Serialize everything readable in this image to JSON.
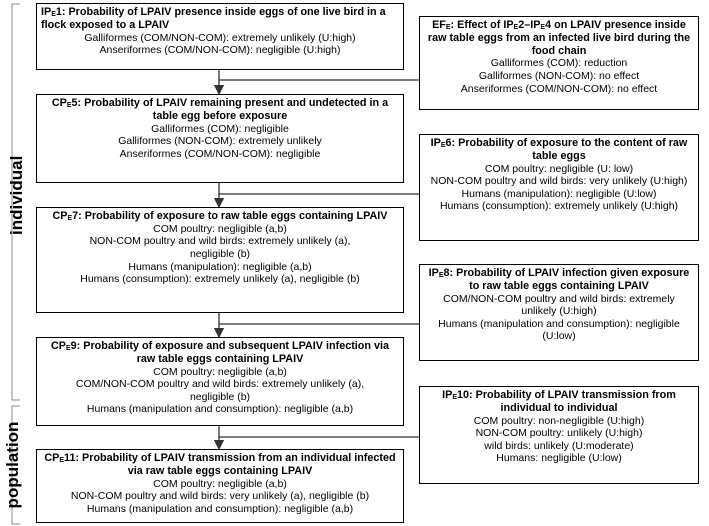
{
  "sidebar": {
    "individual": "individual",
    "population": "population"
  },
  "boxes": [
    {
      "id": "ip1",
      "title_pre": "IP",
      "title_sub": "E",
      "title_post": "1: Probability of LPAIV presence inside eggs of one live bird in a flock exposed to a LPAIV",
      "rows": [
        "Galliformes (COM/NON-COM): extremely unlikely (U:high)",
        "Anseriformes (COM/NON-COM): negligible (U:high)"
      ]
    },
    {
      "id": "ef",
      "title_pre": "EF",
      "title_sub": "E",
      "title_post": ": Effect of IP",
      "title_sub2": "E",
      "title_post2": "2–IP",
      "title_sub3": "E",
      "title_post3": "4 on LPAIV presence inside raw table eggs from an infected live bird during the food chain",
      "rows": [
        "Galliformes (COM): reduction",
        "Galliformes (NON-COM): no effect",
        "Anseriformes (COM/NON-COM): no effect"
      ]
    },
    {
      "id": "cp5",
      "title_pre": "CP",
      "title_sub": "E",
      "title_post": "5: Probability of LPAIV remaining present and undetected in a table egg before exposure",
      "rows": [
        "Galliformes (COM): negligible",
        "Galliformes (NON-COM): extremely unlikely",
        "Anseriformes (COM/NON-COM): negligible"
      ]
    },
    {
      "id": "ip6",
      "title_pre": "IP",
      "title_sub": "E",
      "title_post": "6: Probability of exposure to the content of raw table eggs",
      "rows": [
        "COM poultry: negligible (U: low)",
        "NON-COM poultry and wild birds: very unlikely (U:high)",
        "Humans (manipulation): negligible (U:low)",
        "Humans (consumption): extremely unlikely (U:high)"
      ]
    },
    {
      "id": "cp7",
      "title_pre": "CP",
      "title_sub": "E",
      "title_post": "7: Probability of exposure to raw table eggs containing LPAIV",
      "rows": [
        "COM poultry: negligible (a,b)",
        "NON-COM poultry and wild birds: extremely unlikely (a), negligible (b)",
        "Humans (manipulation): negligible (a,b)",
        "Humans (consumption): extremely unlikely (a), negligible (b)"
      ]
    },
    {
      "id": "ip8",
      "title_pre": "IP",
      "title_sub": "E",
      "title_post": "8: Probability of LPAIV infection given exposure to raw table eggs containing LPAIV",
      "rows": [
        "COM/NON-COM poultry and wild birds: extremely unlikely (U:high)",
        "Humans (manipulation and consumption): negligible (U:low)"
      ]
    },
    {
      "id": "cp9",
      "title_pre": "CP",
      "title_sub": "E",
      "title_post": "9: Probability of exposure and subsequent LPAIV infection via raw table eggs containing LPAIV",
      "rows": [
        "COM poultry: negligible (a,b)",
        "COM/NON-COM poultry and wild birds: extremely unlikely (a), negligible (b)",
        "Humans (manipulation  and  consumption): negligible (a,b)"
      ]
    },
    {
      "id": "ip10",
      "title_pre": "IP",
      "title_sub": "E",
      "title_post": "10: Probability of LPAIV transmission from individual to individual",
      "rows": [
        "COM poultry: non-negligible (U:high)",
        "NON-COM poultry: unlikely (U:high)",
        "wild birds: unlikely  (U:moderate)",
        "Humans: negligible (U:low)"
      ]
    },
    {
      "id": "cp11",
      "title_pre": "CP",
      "title_sub": "E",
      "title_post": "11: Probability of LPAIV transmission from an individual infected via raw table eggs containing LPAIV",
      "rows": [
        "COM poultry: negligible (a,b)",
        "NON-COM poultry and wild birds: very unlikely (a), negligible (b)",
        "Humans (manipulation and consumption): negligible (a,b)"
      ]
    }
  ]
}
